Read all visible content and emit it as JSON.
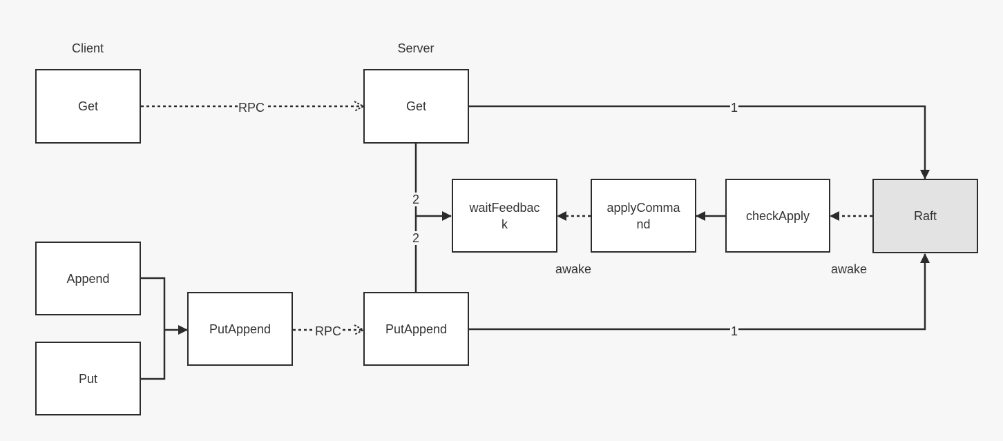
{
  "headers": {
    "client": "Client",
    "server": "Server"
  },
  "nodes": {
    "client_get": "Get",
    "server_get": "Get",
    "client_append": "Append",
    "client_put": "Put",
    "client_putappend": "PutAppend",
    "server_putappend": "PutAppend",
    "wait_feedback": [
      "waitFeedbac",
      "k"
    ],
    "apply_command": [
      "applyComma",
      "nd"
    ],
    "check_apply": "checkApply",
    "raft": "Raft"
  },
  "edge_labels": {
    "rpc_get": "RPC",
    "rpc_putappend": "RPC",
    "get_to_raft": "1",
    "putappend_to_raft": "1",
    "get_to_wait": "2",
    "putappend_to_wait": "2",
    "awake_apply": "awake",
    "awake_raft": "awake"
  },
  "colors": {
    "stroke": "#2b2b2b",
    "raft_fill": "#e3e3e3",
    "background": "#f7f7f7"
  }
}
